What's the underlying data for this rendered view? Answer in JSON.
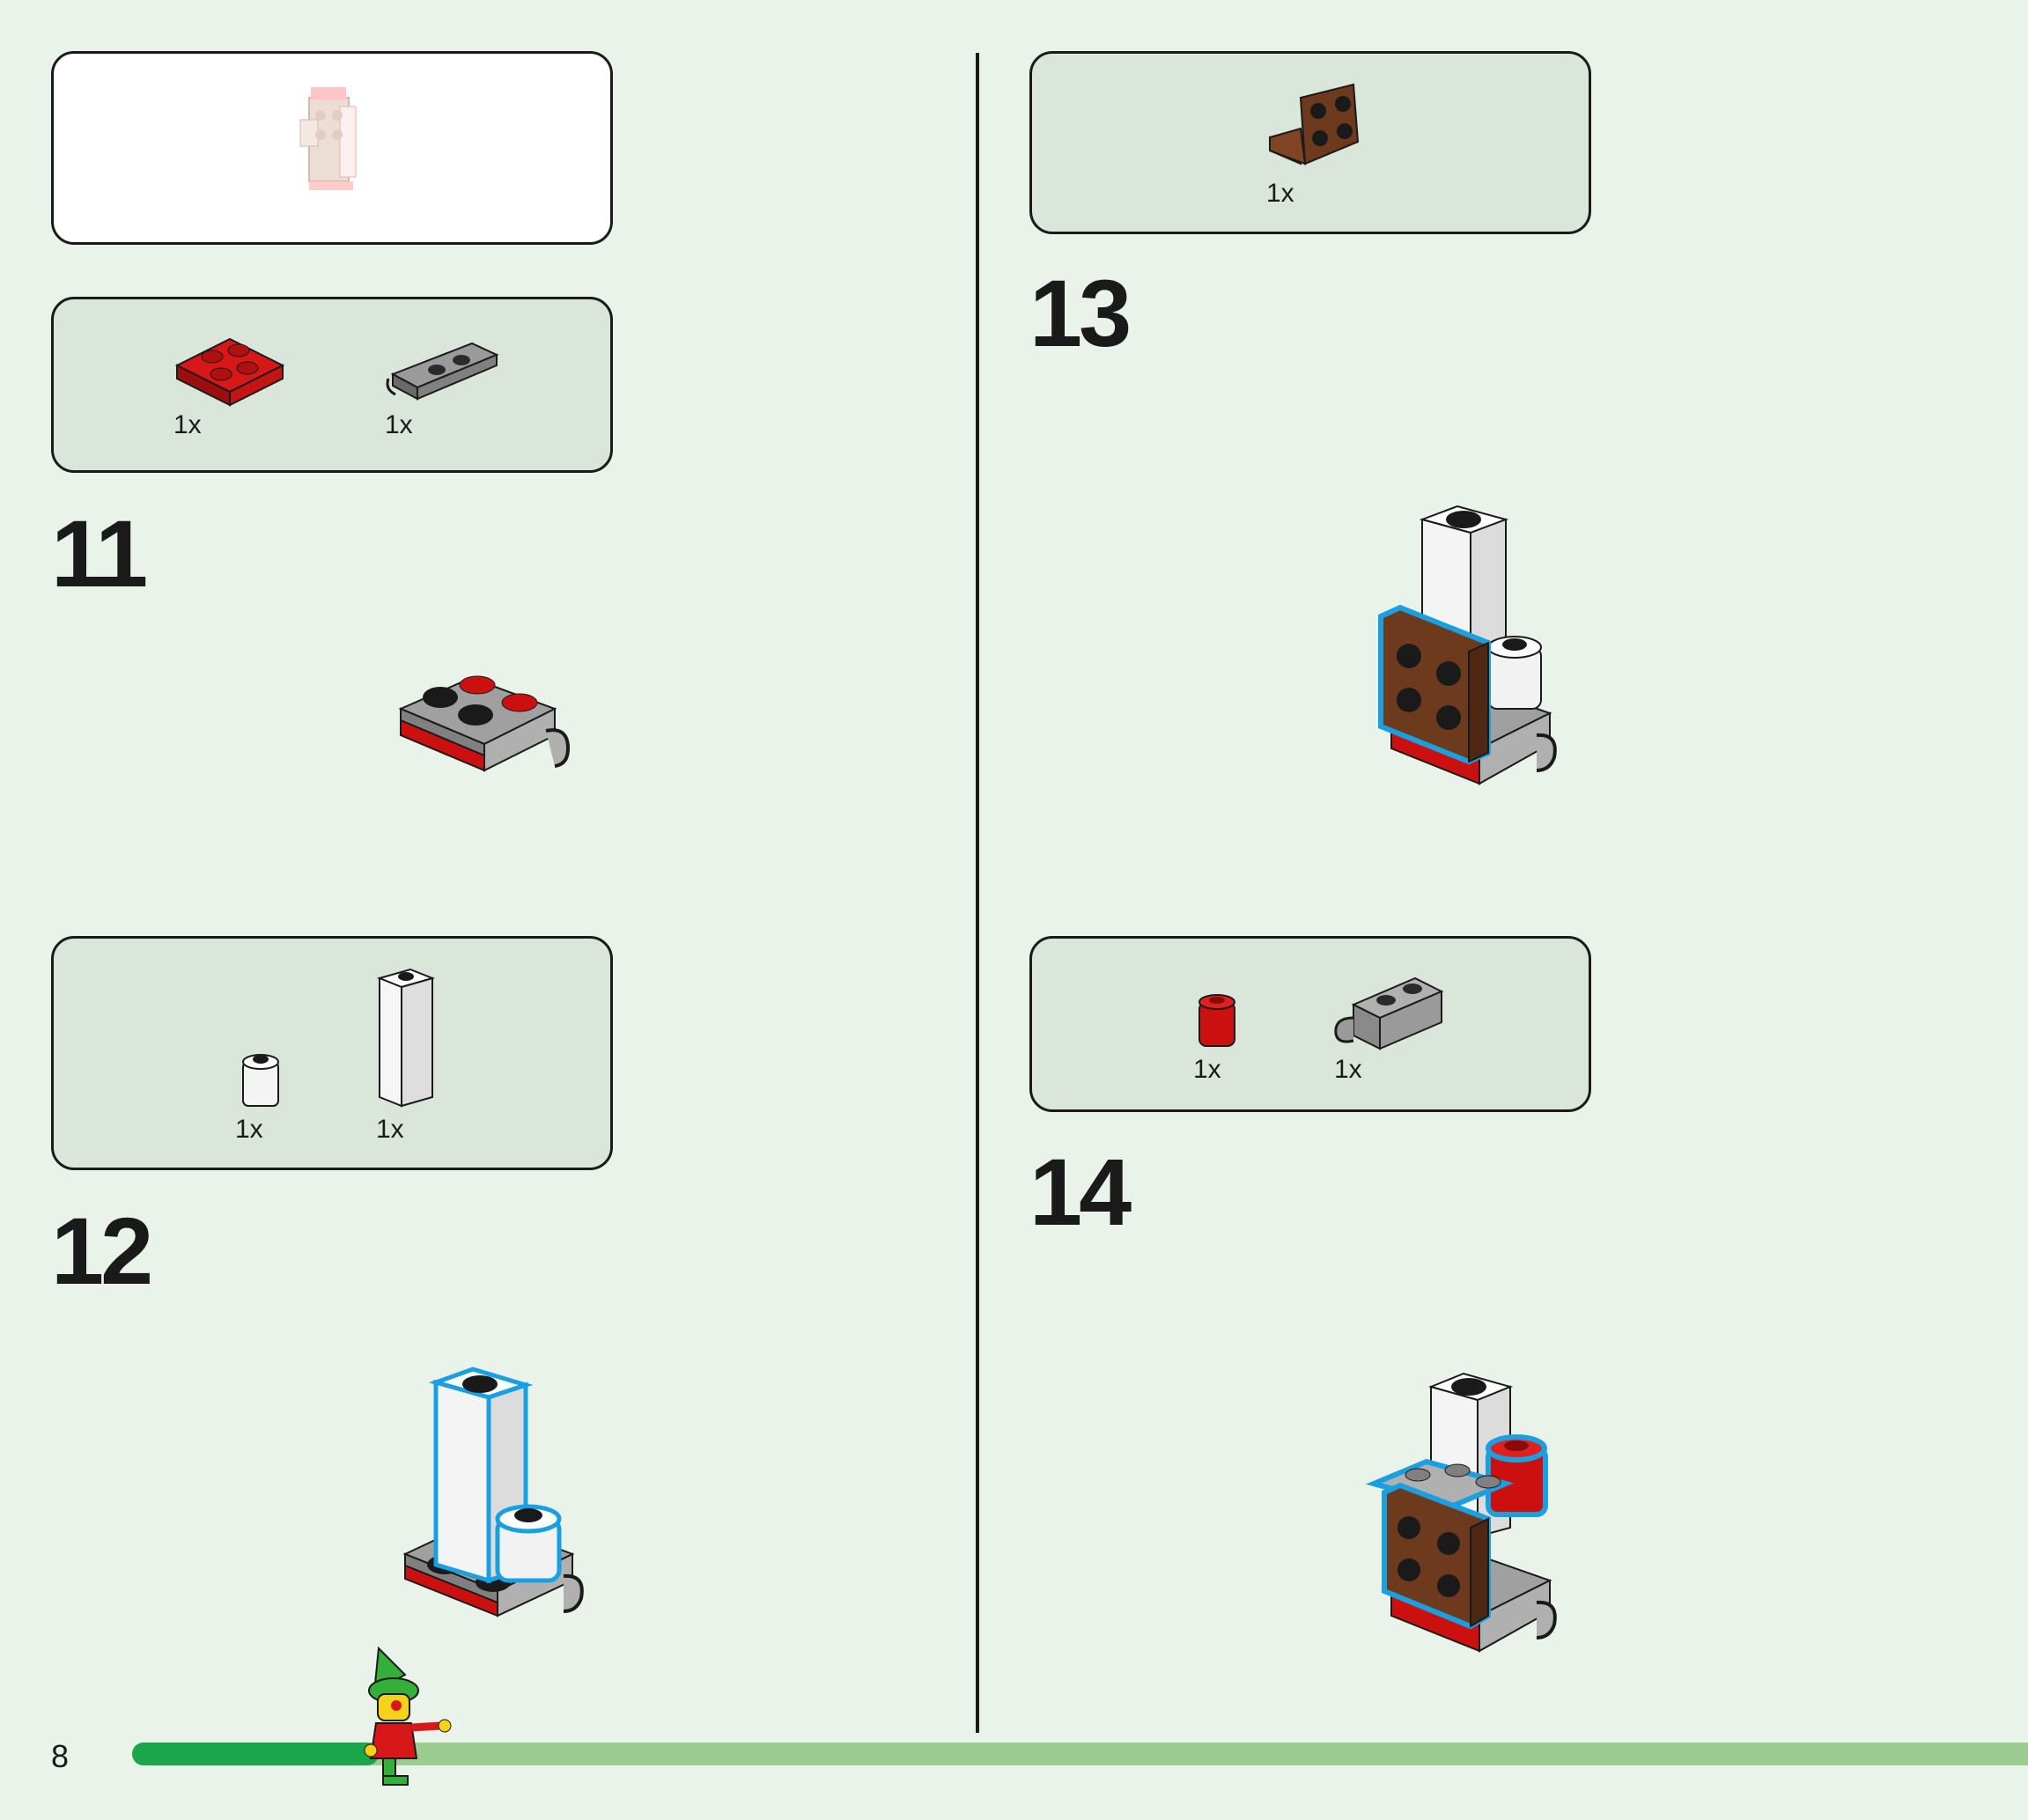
{
  "page": {
    "number": "8"
  },
  "colors": {
    "background": "#eaf3ea",
    "parts_box": "#d9e6d9",
    "progress_done": "#1aa64a",
    "progress_remaining": "#9ccc91",
    "highlight_outline": "#1aa0e0"
  },
  "progress": {
    "fraction_complete": 0.13
  },
  "columns": [
    {
      "submodel_preview": {
        "icon": "submodel-preview-icon"
      },
      "steps": [
        {
          "number": "11",
          "parts": [
            {
              "icon": "red-plate-2x2-icon",
              "qty": "1x"
            },
            {
              "icon": "gray-plate-clip-icon",
              "qty": "1x"
            }
          ]
        },
        {
          "number": "12",
          "parts": [
            {
              "icon": "white-round-brick-icon",
              "qty": "1x"
            },
            {
              "icon": "white-tall-brick-icon",
              "qty": "1x"
            }
          ]
        }
      ]
    },
    {
      "steps": [
        {
          "number": "13",
          "parts": [
            {
              "icon": "brown-bracket-icon",
              "qty": "1x"
            }
          ]
        },
        {
          "number": "14",
          "parts": [
            {
              "icon": "red-round-brick-icon",
              "qty": "1x"
            },
            {
              "icon": "gray-clip-brick-icon",
              "qty": "1x"
            }
          ]
        }
      ]
    }
  ]
}
